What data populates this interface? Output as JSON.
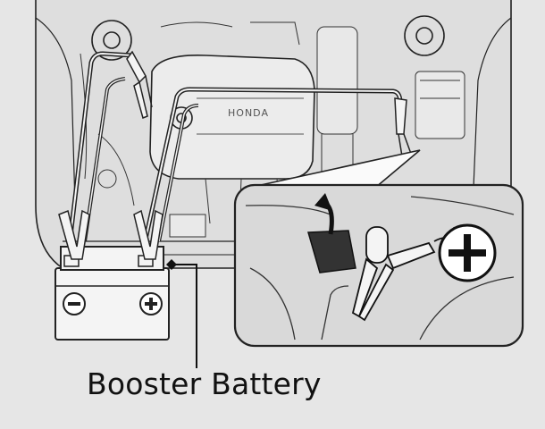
{
  "figure": {
    "callout_label": "Booster Battery",
    "hood_brand_text": "HONDA"
  },
  "colors": {
    "background": "#e6e6e6",
    "engine_bay": "#dedede",
    "line": "#222222",
    "battery_fill": "#f4f4f4",
    "inset_bg": "#d9d9d9"
  },
  "symbols": {
    "booster_negative": "minus-symbol",
    "booster_positive": "plus-symbol",
    "inset_terminal": "plus-symbol",
    "lift_arrow": "curved-arrow"
  }
}
